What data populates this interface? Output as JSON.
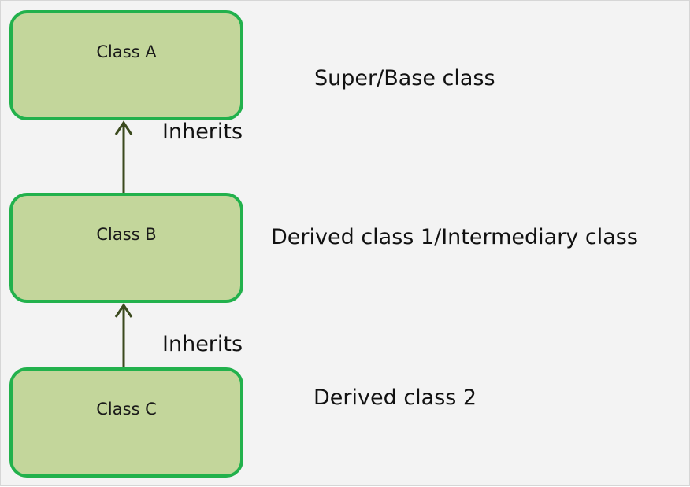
{
  "classes": {
    "a": {
      "label": "Class A",
      "role": "Super/Base class"
    },
    "b": {
      "label": "Class B",
      "role": "Derived class 1/Intermediary class"
    },
    "c": {
      "label": "Class C",
      "role": "Derived class 2"
    }
  },
  "relations": [
    {
      "from": "Class B",
      "to": "Class A",
      "label": "Inherits"
    },
    {
      "from": "Class C",
      "to": "Class B",
      "label": "Inherits"
    }
  ],
  "colors": {
    "box_fill": "#c3d69b",
    "box_border": "#22b14c",
    "arrow": "#3b4a1e",
    "background": "#f3f3f3"
  }
}
